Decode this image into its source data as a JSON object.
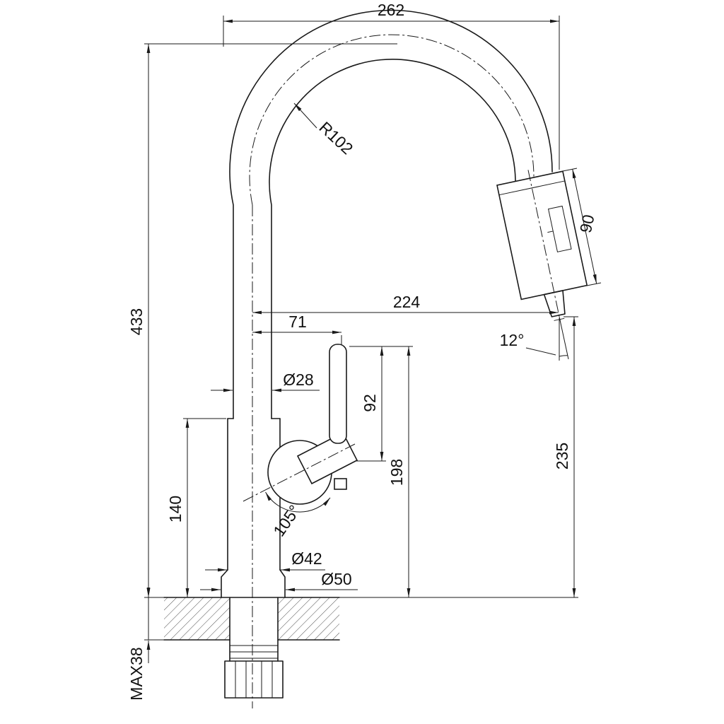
{
  "drawing": {
    "type": "technical-dimension-drawing",
    "subject": "kitchen-faucet-side-view",
    "style": {
      "background": "#ffffff",
      "line_color": "#1a1a1a",
      "text_color": "#111111",
      "hatch_color": "#3a3a3a"
    },
    "dims": {
      "overall_width": "262",
      "overall_height": "433",
      "spout_radius": "R102",
      "spray_head_length": "90",
      "spout_reach": "224",
      "handle_offset": "71",
      "outlet_angle": "12°",
      "pipe_diameter": "Ø28",
      "handle_length": "92",
      "handle_height": "198",
      "outlet_height": "235",
      "body_height": "140",
      "handle_angle": "105°",
      "body_diameter": "Ø42",
      "base_diameter": "Ø50",
      "max_deck_thickness": "MAX38"
    }
  }
}
